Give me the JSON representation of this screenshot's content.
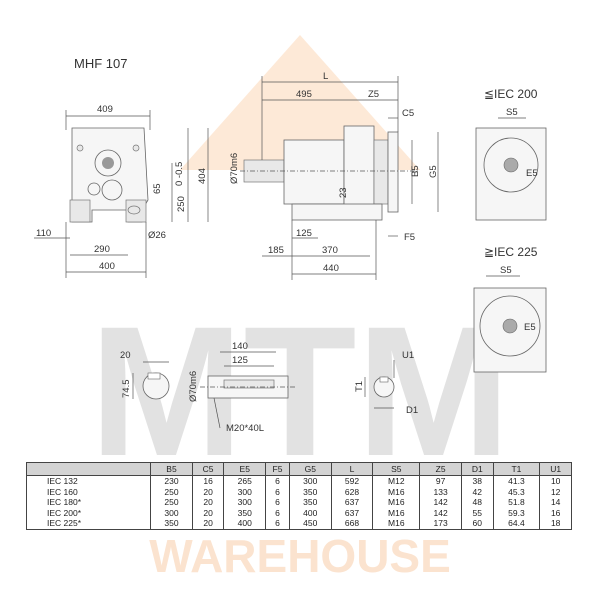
{
  "title": "MHF 107",
  "watermark": {
    "main": "MTM",
    "sub": "WAREHOUSE"
  },
  "side_view": {
    "dims": {
      "top_width": "409",
      "center_height": "65",
      "height": "404",
      "height_small": "250",
      "tolerance": "0\n-0.5",
      "left": "110",
      "base": "290",
      "bolt": "Ø26",
      "total": "400"
    }
  },
  "front_view": {
    "dims": {
      "L": "L",
      "l495": "495",
      "Z5": "Z5",
      "C5": "C5",
      "shaft_dia": "Ø70m6",
      "B5": "B5",
      "G5": "G5",
      "d23": "23",
      "F5": "F5",
      "d185": "185",
      "d125": "125",
      "d370": "370",
      "d440": "440"
    }
  },
  "flange_views": [
    {
      "label": "≦IEC 200",
      "S5": "S5",
      "E5": "E5"
    },
    {
      "label": "≧IEC 225",
      "S5": "S5",
      "E5": "E5"
    }
  ],
  "key_view": {
    "w": "20",
    "h": "74.5"
  },
  "shaft_view": {
    "l140": "140",
    "l125": "125",
    "dia": "Ø70m6",
    "thread": "M20*40L"
  },
  "motor_shaft_view": {
    "U1": "U1",
    "T1": "T1",
    "D1": "D1"
  },
  "table": {
    "headers": [
      "",
      "B5",
      "C5",
      "E5",
      "F5",
      "G5",
      "L",
      "S5",
      "Z5",
      "D1",
      "T1",
      "U1"
    ],
    "rows": [
      [
        "IEC 132",
        "230",
        "16",
        "265",
        "6",
        "300",
        "592",
        "M12",
        "97",
        "38",
        "41.3",
        "10"
      ],
      [
        "IEC 160",
        "250",
        "20",
        "300",
        "6",
        "350",
        "628",
        "M16",
        "133",
        "42",
        "45.3",
        "12"
      ],
      [
        "IEC 180*",
        "250",
        "20",
        "300",
        "6",
        "350",
        "637",
        "M16",
        "142",
        "48",
        "51.8",
        "14"
      ],
      [
        "IEC 200*",
        "300",
        "20",
        "350",
        "6",
        "400",
        "637",
        "M16",
        "142",
        "55",
        "59.3",
        "16"
      ],
      [
        "IEC 225*",
        "350",
        "20",
        "400",
        "6",
        "450",
        "668",
        "M16",
        "173",
        "60",
        "64.4",
        "18"
      ]
    ]
  }
}
